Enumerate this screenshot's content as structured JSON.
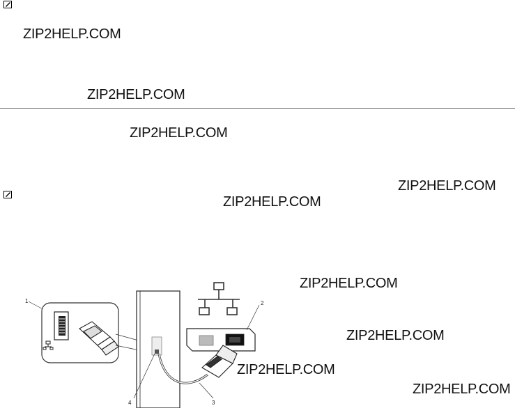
{
  "watermarks": [
    "ZIP2HELP.COM",
    "ZIP2HELP.COM",
    "ZIP2HELP.COM",
    "ZIP2HELP.COM",
    "ZIP2HELP.COM",
    "ZIP2HELP.COM",
    "ZIP2HELP.COM",
    "ZIP2HELP.COM",
    "ZIP2HELP.COM"
  ],
  "diagram": {
    "callouts": [
      "1",
      "2",
      "3",
      "4"
    ]
  }
}
